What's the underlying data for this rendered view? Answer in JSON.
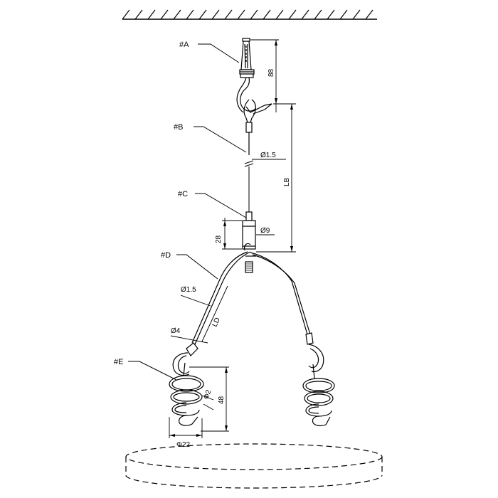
{
  "labels": {
    "a": "#A",
    "b": "#B",
    "c": "#C",
    "d": "#D",
    "e": "#E"
  },
  "dimensions": {
    "hook_height": "88",
    "lb": "LB",
    "cable_diameter_top": "Ø1.5",
    "gripper_diameter": "Ø9",
    "gripper_height": "28",
    "cable_diameter_side": "Ø1.5",
    "ld": "LD",
    "sleeve_diameter": "Ø4",
    "spiral_height": "48",
    "spiral_wire": "Φ2",
    "spiral_diameter": "Φ22"
  }
}
